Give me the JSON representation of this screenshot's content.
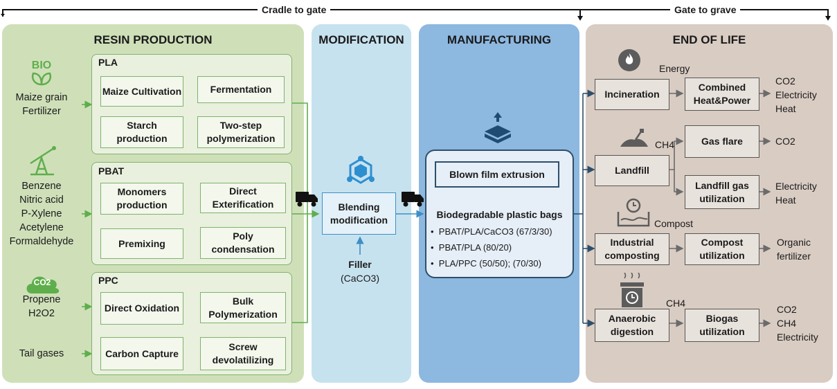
{
  "header": {
    "cradle_to_gate": "Cradle to gate",
    "gate_to_grave": "Gate to grave"
  },
  "resin": {
    "title": "RESIN PRODUCTION",
    "pla": {
      "label": "PLA",
      "maize": "Maize Cultivation",
      "starch": "Starch production",
      "fermentation": "Fermentation",
      "polymerization": "Two-step polymerization"
    },
    "pbat": {
      "label": "PBAT",
      "monomers": "Monomers production",
      "premixing": "Premixing",
      "direct_ext": "Direct Exterification",
      "poly_cond": "Poly condensation"
    },
    "ppc": {
      "label": "PPC",
      "direct_ox": "Direct Oxidation",
      "carbon_capture": "Carbon Capture",
      "bulk_poly": "Bulk Polymerization",
      "screw": "Screw devolatilizing"
    },
    "inputs": {
      "bio_text": "BIO",
      "maize_grain": "Maize grain",
      "fertilizer": "Fertilizer",
      "benzene": "Benzene",
      "nitric_acid": "Nitric acid",
      "p_xylene": "P-Xylene",
      "acetylene": "Acetylene",
      "formaldehyde": "Formaldehyde",
      "co2_cloud": "CO2",
      "propene": "Propene",
      "h2o2": "H2O2",
      "tail_gases": "Tail gases"
    }
  },
  "modification": {
    "title": "MODIFICATION",
    "blending": "Blending modification",
    "filler": "Filler",
    "filler_formula": "(CaCO3)"
  },
  "manufacturing": {
    "title": "MANUFACTURING",
    "extrusion": "Blown film extrusion",
    "bags_title": "Biodegradable plastic bags",
    "bags": [
      "PBAT/PLA/CaCO3 (67/3/30)",
      "PBAT/PLA (80/20)",
      "PLA/PPC (50/50); (70/30)"
    ]
  },
  "eol": {
    "title": "END OF LIFE",
    "incineration": "Incineration",
    "chp": "Combined Heat&Power",
    "energy": "Energy",
    "chp_out": [
      "CO2",
      "Electricity",
      "Heat"
    ],
    "landfill": "Landfill",
    "ch4": "CH4",
    "gas_flare": "Gas flare",
    "gas_flare_out": "CO2",
    "lfg_util": "Landfill gas utilization",
    "lfg_out": [
      "Electricity",
      "Heat"
    ],
    "industrial": "Industrial composting",
    "compost": "Compost",
    "compost_util": "Compost utilization",
    "compost_out": [
      "Organic",
      "fertilizer"
    ],
    "anaerobic": "Anaerobic digestion",
    "ch4_ad": "CH4",
    "biogas": "Biogas utilization",
    "biogas_out": [
      "CO2",
      "CH4",
      "Electricity"
    ]
  },
  "colors": {
    "resin_bg": "#cfe0b9",
    "mod_bg": "#c7e2ef",
    "manu_bg": "#8db8e0",
    "eol_bg": "#d9ccc3",
    "green_arrow": "#5fae4c",
    "blue_arrow": "#3d8fc6",
    "dark_line": "#2d4f6b",
    "grey_arrow": "#6b6b6b"
  },
  "icons": [
    "bio-leaf-icon",
    "oil-pump-icon",
    "co2-cloud-icon",
    "benzene-molecule-icon",
    "truck-icon",
    "box-lift-icon",
    "flame-icon",
    "landfill-shovel-icon",
    "compost-timer-icon",
    "digester-icon"
  ]
}
